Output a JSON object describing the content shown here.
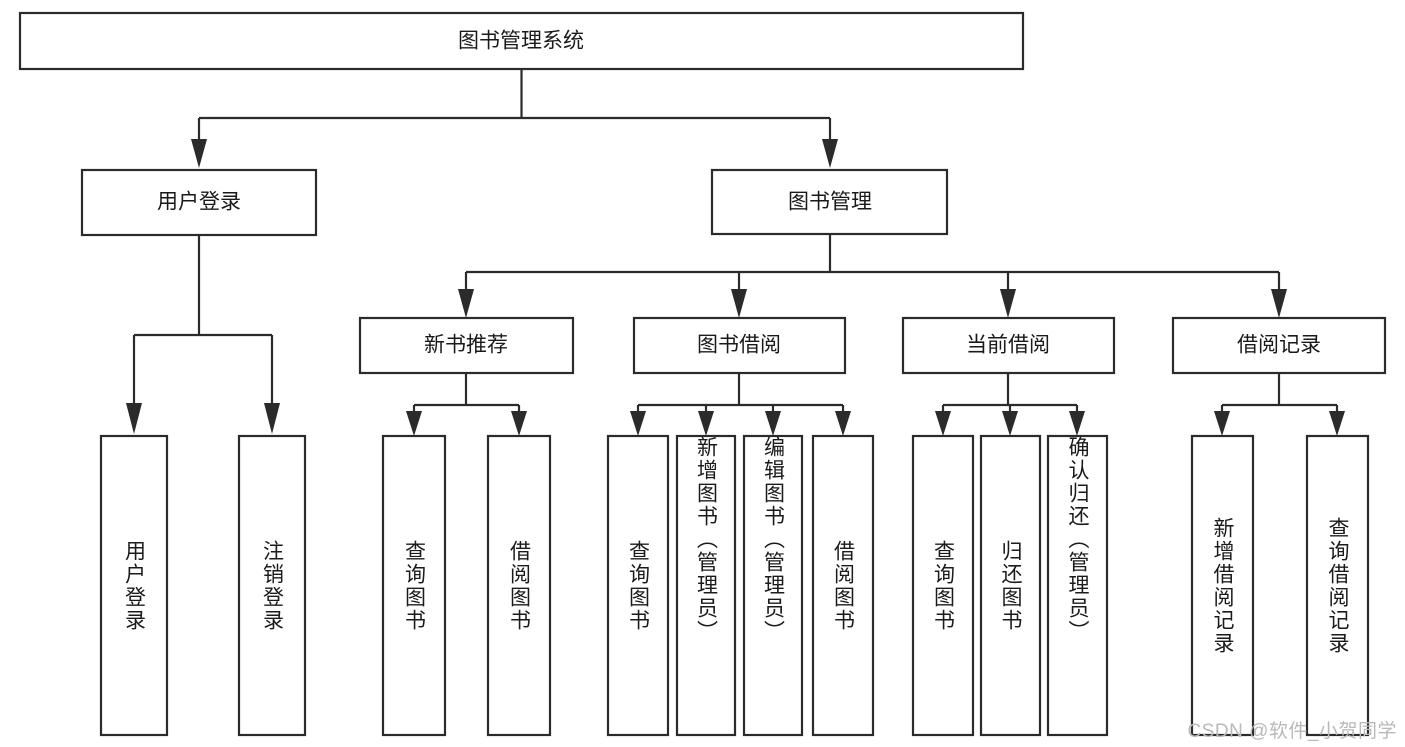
{
  "diagram": {
    "type": "tree",
    "title": "图书管理系统",
    "watermark": "CSDN @软件_小贺同学",
    "colors": {
      "stroke": "#2b2b2b",
      "fill": "#ffffff",
      "text": "#1a1a1a",
      "watermark": "#b9b9b9",
      "background": "#ffffff"
    },
    "root": {
      "label": "图书管理系统"
    },
    "level2": [
      {
        "label": "用户登录"
      },
      {
        "label": "图书管理"
      }
    ],
    "level3": [
      {
        "label": "新书推荐"
      },
      {
        "label": "图书借阅"
      },
      {
        "label": "当前借阅"
      },
      {
        "label": "借阅记录"
      }
    ],
    "leaves": {
      "user_login": [
        {
          "label": "用户登录"
        },
        {
          "label": "注销登录"
        }
      ],
      "new_book_recommend": [
        {
          "label": "查询图书"
        },
        {
          "label": "借阅图书"
        }
      ],
      "book_borrow": [
        {
          "label": "查询图书"
        },
        {
          "label": "新增图书（管理员）"
        },
        {
          "label": "编辑图书（管理员）"
        },
        {
          "label": "借阅图书"
        }
      ],
      "current_borrow": [
        {
          "label": "查询图书"
        },
        {
          "label": "归还图书"
        },
        {
          "label": "确认归还（管理员）"
        }
      ],
      "borrow_record": [
        {
          "label": "新增借阅记录"
        },
        {
          "label": "查询借阅记录"
        }
      ]
    }
  }
}
